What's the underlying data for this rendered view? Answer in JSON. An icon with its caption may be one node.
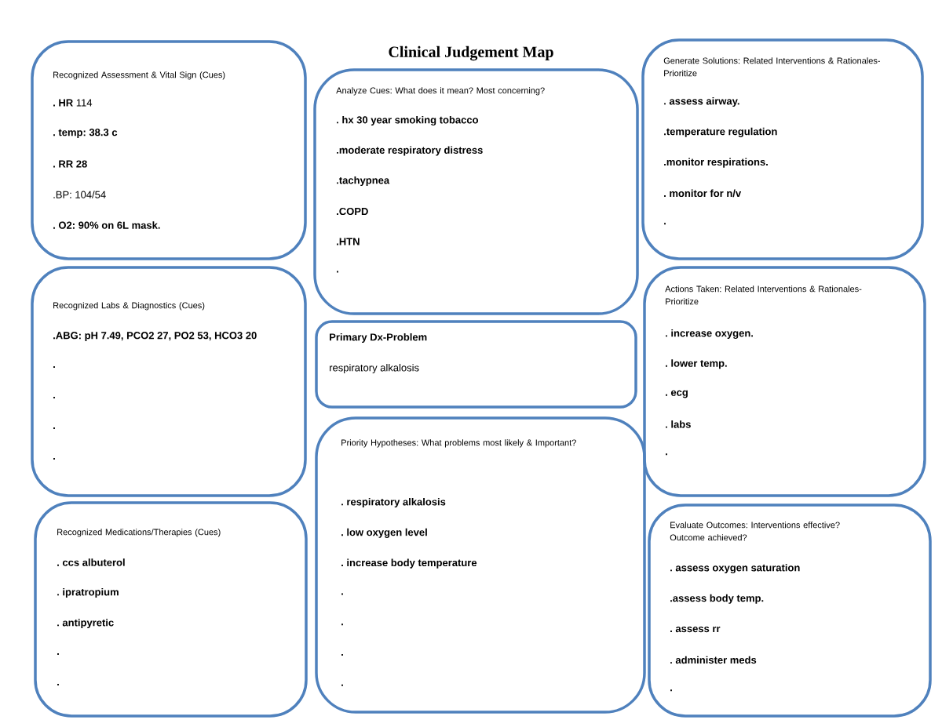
{
  "diagram": {
    "title": "Clinical Judgement Map",
    "nodes": [
      {
        "text": [
          "Recognized Assessment & Vital Sign (Cues)",
          "**. HR** 114",
          ". temp: 38.3 c",
          ". RR 28",
          ".BP: 104/54",
          ". O2: 90% on 6L mask."
        ]
      },
      {
        "text": [
          "Recognized Labs & Diagnostics (Cues)",
          ".ABG: pH 7.49, PCO2 27, PO2 53, HCO3 20",
          ".",
          ".",
          ".",
          "."
        ]
      },
      {
        "text": [
          "Recognized Medications/Therapies (Cues)",
          ". ccs albuterol",
          ". ipratropium",
          ". antipyretic",
          ".",
          "."
        ]
      },
      {
        "text": [
          "Analyze Cues: What does it mean? Most concerning?",
          ". hx 30 year smoking tobacco",
          ".moderate respiratory distress",
          ".tachypnea",
          ".COPD",
          ".HTN",
          "."
        ]
      },
      {
        "text": [
          "Primary Dx-Problem",
          "respiratory alkalosis"
        ]
      },
      {
        "text": [
          "Priority Hypotheses: What problems most likely & Important?",
          ". respiratory alkalosis",
          ". low oxygen level",
          ". increase body temperature",
          ".",
          ".",
          ".",
          "."
        ]
      },
      {
        "text": [
          "Generate Solutions: Related Interventions & Rationales-Prioritize",
          ". assess airway.",
          ".temperature regulation",
          ".monitor respirations.",
          ". monitor for n/v",
          "."
        ]
      },
      {
        "text": [
          "Actions Taken: Related Interventions & Rationales-Prioritize",
          ". increase oxygen.",
          ". lower temp.",
          ". ecg",
          ". labs",
          "."
        ]
      },
      {
        "text": [
          "Evaluate Outcomes: Interventions effective? Outcome achieved?",
          ". assess oxygen saturation",
          ".assess body temp.",
          ". assess rr",
          ". administer meds",
          "."
        ]
      }
    ]
  }
}
